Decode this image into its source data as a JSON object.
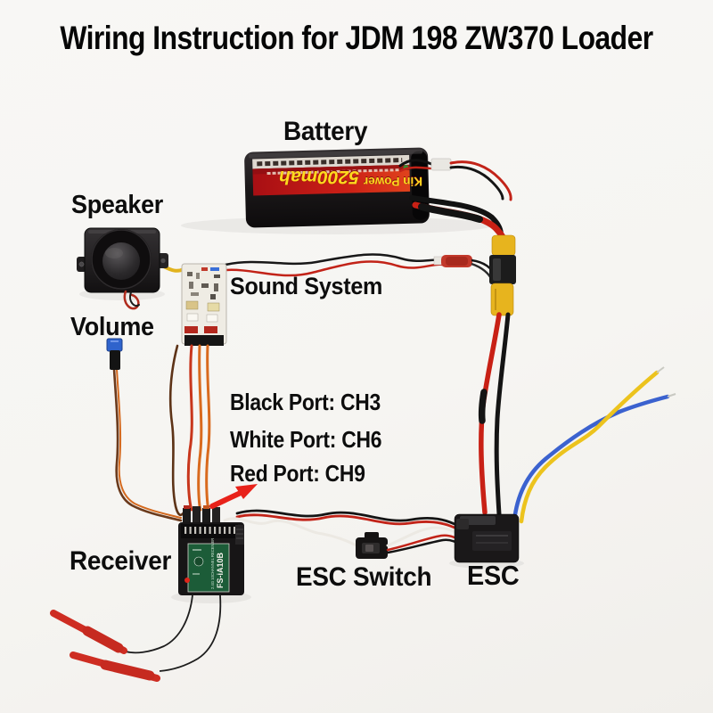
{
  "title": "Wiring Instruction for JDM 198 ZW370 Loader",
  "components": {
    "battery": {
      "label": "Battery",
      "brand": "Kin Power",
      "capacity": "5200mah"
    },
    "speaker": {
      "label": "Speaker"
    },
    "sound_system": {
      "label": "Sound System"
    },
    "volume": {
      "label": "Volume"
    },
    "receiver": {
      "label": "Receiver",
      "model": "FS-iA10B",
      "descriptor": "2.4G 10CHANNEL RECEIVER"
    },
    "esc_switch": {
      "label": "ESC Switch"
    },
    "esc": {
      "label": "ESC"
    }
  },
  "port_assignments": [
    {
      "port": "Black Port",
      "channel": "CH3",
      "label": "Black Port: CH3"
    },
    {
      "port": "White Port",
      "channel": "CH6",
      "label": "White Port: CH6"
    },
    {
      "port": "Red Port",
      "channel": "CH9",
      "label": "Red Port: CH9"
    }
  ],
  "colors": {
    "background": "#f7f6f3",
    "wire_red": "#c82015",
    "wire_black": "#141414",
    "wire_yellow": "#ecc31d",
    "wire_blue": "#3b62cf",
    "wire_orange": "#d96a1e",
    "wire_brown": "#6b3a1c",
    "wire_white": "#ece9e3",
    "connector_xt60_yellow": "#e7b41e",
    "receiver_label_green": "#1c5c38",
    "battery_label_red": "#c01418",
    "battery_text_yellow": "#ffd91e",
    "antenna_red": "#ce2d22",
    "volume_connector_blue": "#2f63cc",
    "arrow_red": "#e8221a"
  }
}
